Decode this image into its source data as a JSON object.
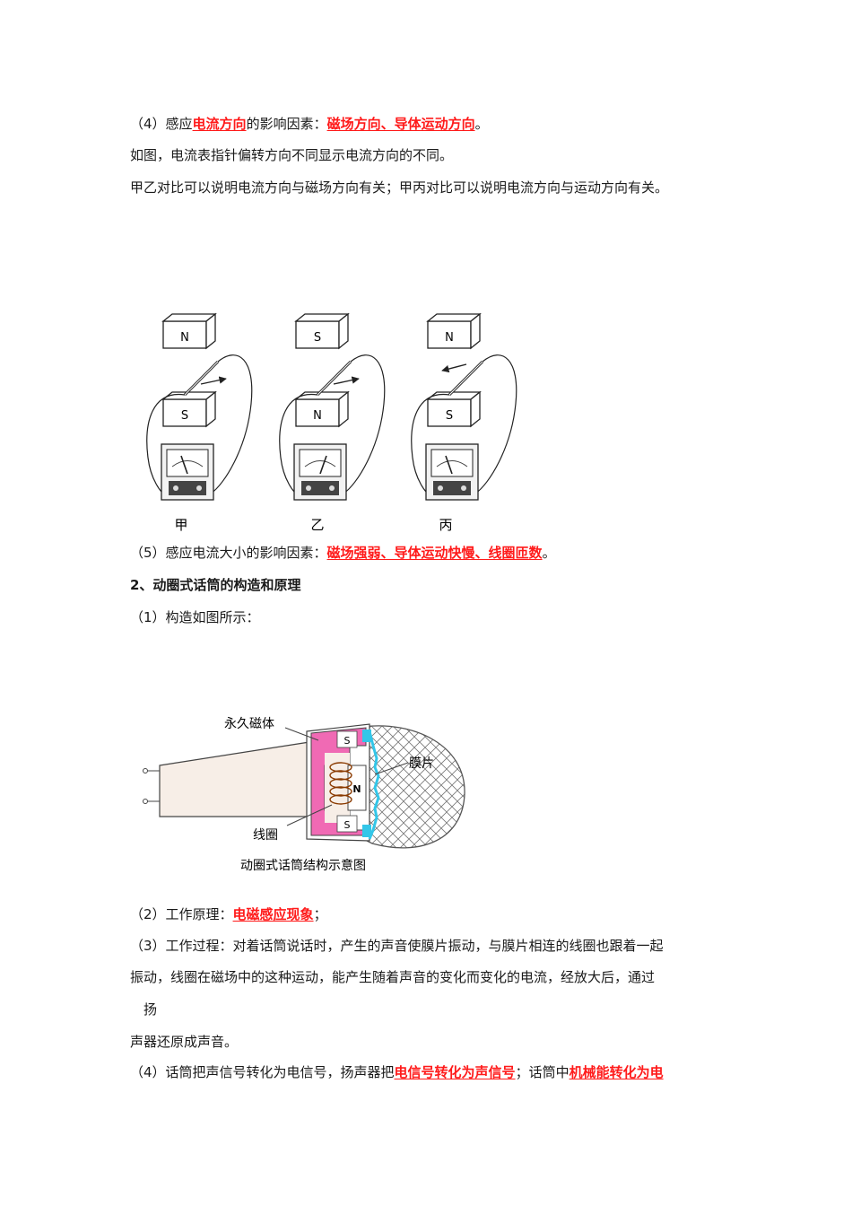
{
  "p4": {
    "prefix": "（4）感应",
    "hl1": "电流方向",
    "mid": "的影响因素：",
    "hl2": "磁场方向、导体运动方向",
    "suffix": "。"
  },
  "p4_line2": "如图，电流表指针偏转方向不同显示电流方向的不同。",
  "p4_line3": "甲乙对比可以说明电流方向与磁场方向有关；甲丙对比可以说明电流方向与运动方向有关。",
  "figure1": {
    "panels": [
      {
        "top_pole": "N",
        "bottom_pole": "S",
        "label": "甲",
        "arrow": "right"
      },
      {
        "top_pole": "S",
        "bottom_pole": "N",
        "label": "乙",
        "arrow": "right"
      },
      {
        "top_pole": "N",
        "bottom_pole": "S",
        "label": "丙",
        "arrow": "left"
      }
    ]
  },
  "p5": {
    "prefix": "（5）感应电流大小的影响因素：",
    "hl": "磁场强弱、导体运动快慢、线圈匝数",
    "suffix": "。"
  },
  "section2_title": "2、动圈式话筒的构造和原理",
  "s1": "（1）构造如图所示：",
  "figure2": {
    "label_magnet": "永久磁体",
    "label_diaphragm": "膜片",
    "label_coil": "线圈",
    "caption": "动圈式话筒结构示意图",
    "pole_s": "S",
    "pole_n": "N"
  },
  "s2": {
    "prefix": "（2）工作原理：",
    "hl": "电磁感应现象",
    "suffix": "；"
  },
  "s3_line1": "（3）工作过程：对着话筒说话时，产生的声音使膜片振动，与膜片相连的线圈也跟着一起",
  "s3_line2": "振动，线圈在磁场中的这种运动，能产生随着声音的变化而变化的电流，经放大后，通过",
  "s3_line3": "扬",
  "s3_line4": "声器还原成声音。",
  "s4": {
    "prefix": "（4）话筒把声信号转化为电信号，扬声器把",
    "hl1": "电信号转化为声信号",
    "mid": "；话筒中",
    "hl2": "机械能转化为电"
  }
}
